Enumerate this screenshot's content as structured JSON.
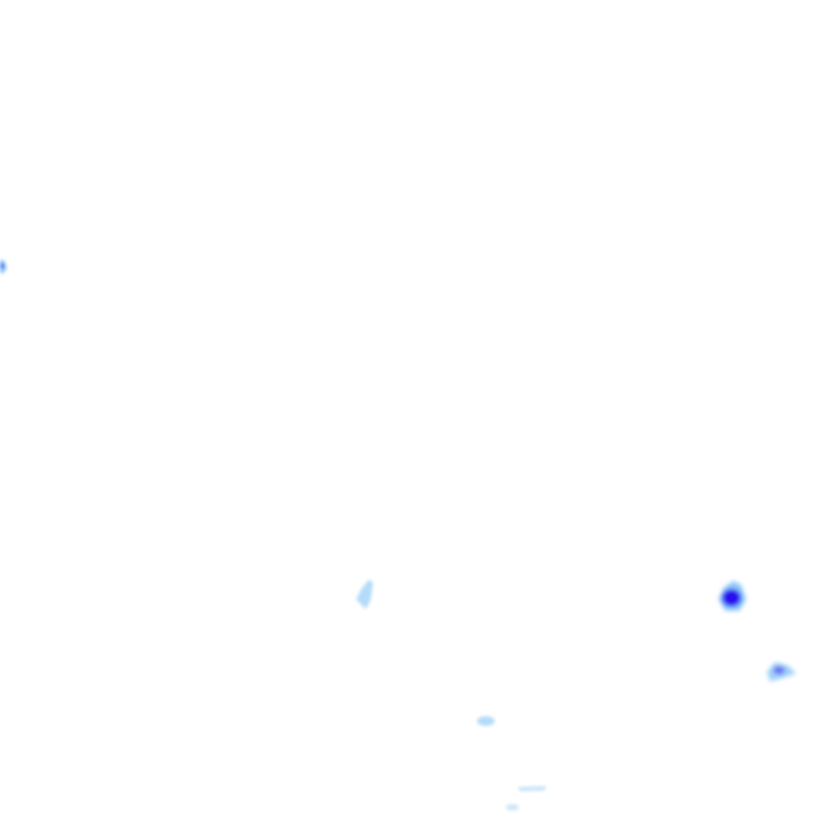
{
  "map": {
    "layer": "precipitation-overlay",
    "background_color": "#ffffff",
    "intensity_colors": {
      "light": "#a8d8f8",
      "moderate": "#6aa8f5",
      "heavy": "#2a10f0"
    },
    "cells": [
      {
        "intensity": "moderate"
      },
      {
        "intensity": "light"
      },
      {
        "intensity": "heavy"
      },
      {
        "intensity": "moderate"
      },
      {
        "intensity": "light"
      },
      {
        "intensity": "light"
      },
      {
        "intensity": "light"
      }
    ]
  }
}
